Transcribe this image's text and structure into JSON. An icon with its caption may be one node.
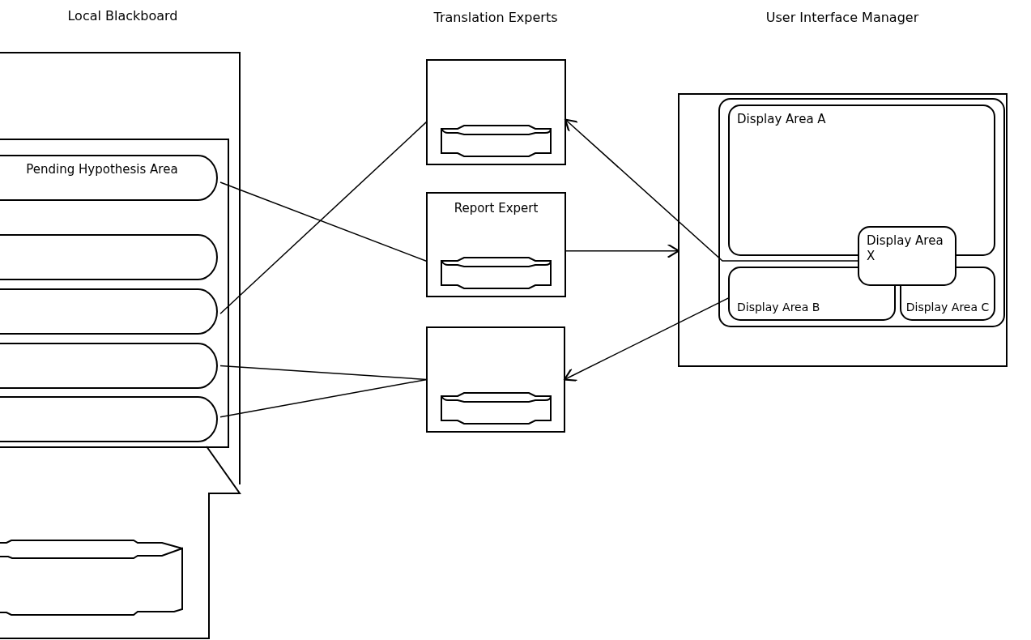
{
  "diagram": {
    "nodes": [
      {
        "text": [
          "Local Blackboard"
        ]
      },
      {
        "text": [],
        "shape": "box",
        "in": 0
      },
      {
        "text": [
          "Pending Hypothesis Area"
        ],
        "in": 1
      },
      {
        "text": [],
        "shape": "box",
        "in": 1
      },
      {
        "text": [],
        "shape": "box",
        "in": 1
      },
      {
        "text": [],
        "shape": "box",
        "in": 1
      },
      {
        "text": [],
        "shape": "box",
        "in": 1
      },
      {
        "text": [],
        "shape": "box"
      },
      {
        "text": [
          "Report Expert"
        ]
      },
      {
        "text": [],
        "shape": "box"
      },
      {
        "text": [],
        "shape": "box"
      },
      {
        "text": [],
        "shape": "box",
        "in": 10
      },
      {
        "text": [
          "Display Area A"
        ],
        "in": 11
      },
      {
        "text": [
          "Display Area B"
        ],
        "in": 11
      },
      {
        "text": [
          "Display Area C"
        ],
        "in": 11
      },
      {
        "text": [
          "Display Area X"
        ],
        "in": 11
      }
    ],
    "edges": [
      {
        "from": 2,
        "to": 8,
        "arrow": "none"
      },
      {
        "from": 4,
        "to": 7,
        "arrow": "none"
      },
      {
        "from": 5,
        "to": 9,
        "arrow": "none"
      },
      {
        "from": 6,
        "to": 9,
        "arrow": "none"
      },
      {
        "from": 8,
        "to": 10,
        "arrow": "to"
      },
      {
        "from": 15,
        "to": 7,
        "arrow": "to"
      },
      {
        "from": 13,
        "to": 9,
        "arrow": "to"
      }
    ],
    "labels": [
      "Translation Experts",
      "User Interface Manager"
    ]
  }
}
